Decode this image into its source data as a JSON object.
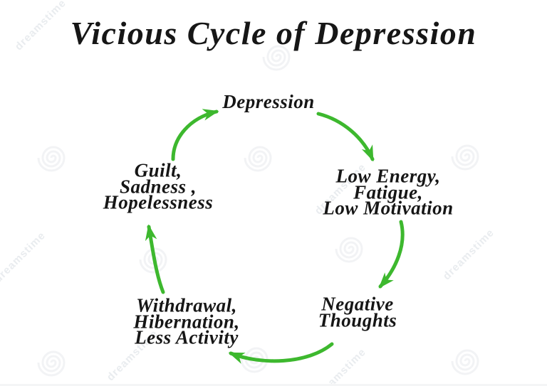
{
  "title": "Vicious Cycle of Depression",
  "colors": {
    "arrow_green": "#3db82e",
    "text": "#161616",
    "watermark": "#e9ecef"
  },
  "cycle": {
    "depression": {
      "lines": [
        "Depression"
      ]
    },
    "low_energy": {
      "lines": [
        "Low Energy,",
        "Fatigue,",
        "Low Motivation"
      ]
    },
    "negative_thoughts": {
      "lines": [
        "Negative",
        "Thoughts"
      ]
    },
    "withdrawal": {
      "lines": [
        "Withdrawal,",
        "Hibernation,",
        "Less Activity"
      ]
    },
    "guilt": {
      "lines": [
        "Guilt,",
        "Sadness ,",
        "Hopelessness"
      ]
    }
  },
  "watermark": {
    "text": "dreamstime",
    "spiral_icon": "spiral-watermark-icon"
  }
}
